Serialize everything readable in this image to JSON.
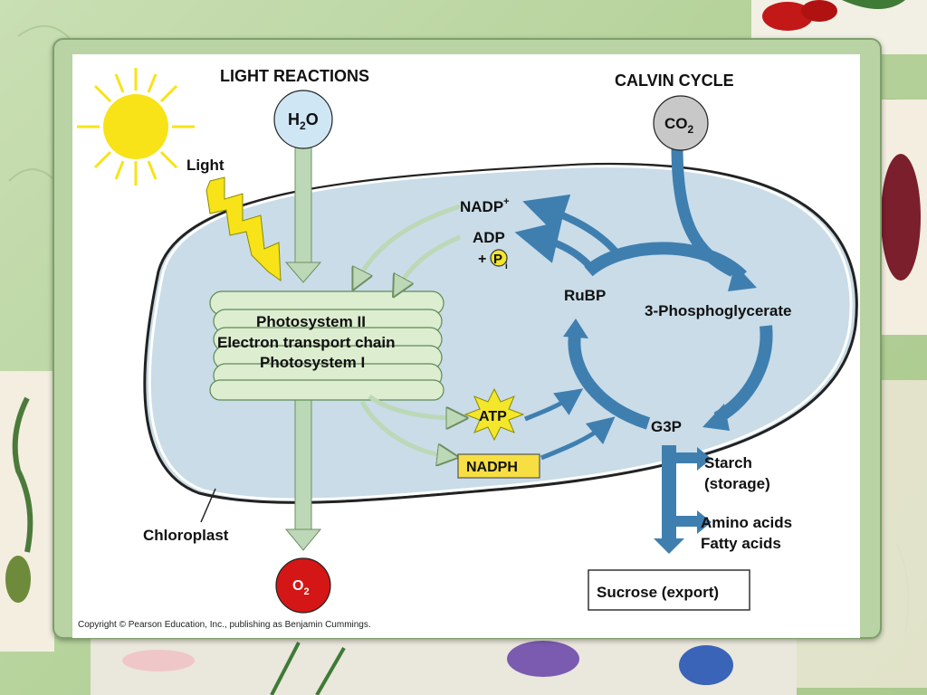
{
  "titles": {
    "light_reactions": "LIGHT REACTIONS",
    "calvin_cycle": "CALVIN CYCLE"
  },
  "molecules": {
    "h2o_main": "H",
    "h2o_sub": "2",
    "h2o_tail": "O",
    "co2_main": "CO",
    "co2_sub": "2",
    "o2_main": "O",
    "o2_sub": "2"
  },
  "labels": {
    "light": "Light",
    "nadp_main": "NADP",
    "nadp_sup": "+",
    "adp": "ADP",
    "plus": "+",
    "pi_main": "P",
    "pi_sub": "i",
    "rubp": "RuBP",
    "phosphoglycerate": "3-Phosphoglycerate",
    "atp": "ATP",
    "nadph": "NADPH",
    "g3p": "G3P",
    "starch_line1": "Starch",
    "starch_line2": "(storage)",
    "amino_acids": "Amino acids",
    "fatty_acids": "Fatty acids",
    "sucrose": "Sucrose (export)",
    "chloroplast": "Chloroplast",
    "thylakoid_line1": "Photosystem II",
    "thylakoid_line2": "Electron transport chain",
    "thylakoid_line3": "Photosystem I"
  },
  "copyright": "Copyright © Pearson Education, Inc., publishing as Benjamin Cummings.",
  "colors": {
    "stroma": "#c9dce8",
    "light_arrow": "#bcd8b6",
    "calvin_arrow": "#3f7fb0",
    "atp_star": "#f4e62a",
    "nadph_box": "#f6de43",
    "o2_circle": "#d41616",
    "h2o_circle": "#cfe6f5",
    "co2_circle": "#c8c8c8",
    "sun": "#f7e318",
    "thylakoid": "#dcedd0"
  }
}
